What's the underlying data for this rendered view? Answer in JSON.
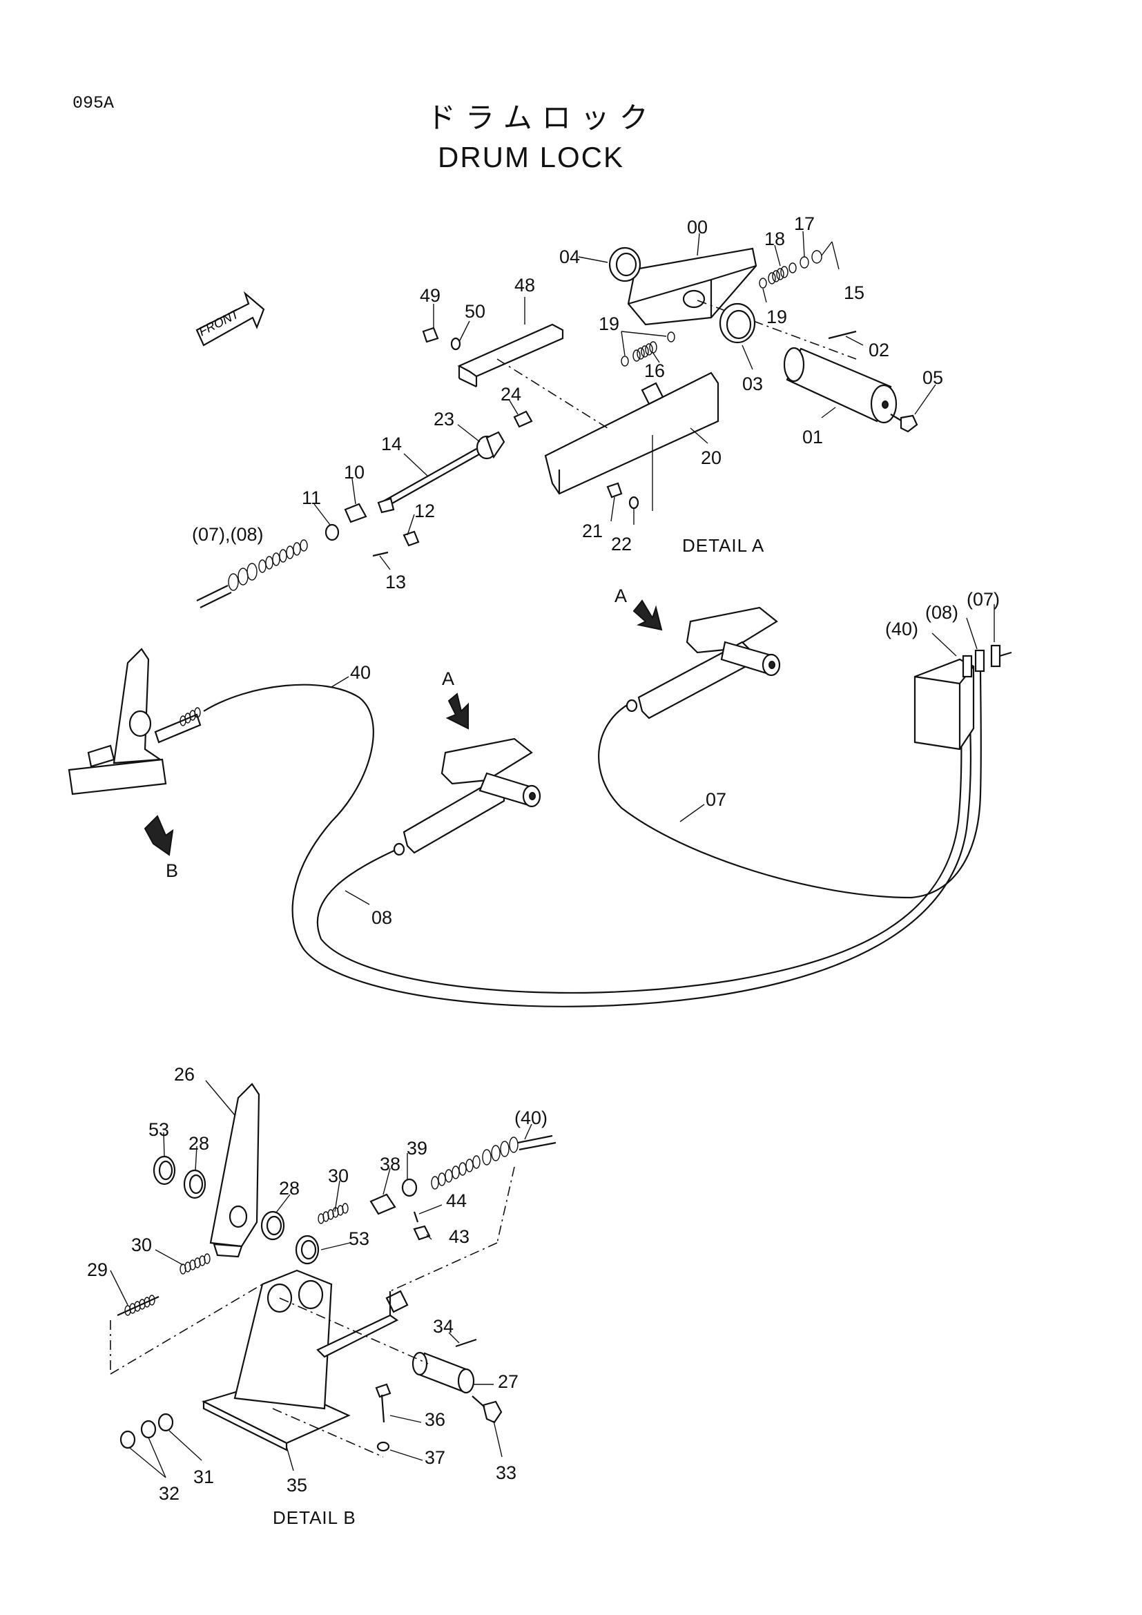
{
  "header": {
    "page_code": "095A",
    "title_ja": "ドラムロック",
    "title_en": "DRUM LOCK"
  },
  "front_arrow": "FRONT",
  "details": {
    "detail_a": "DETAIL  A",
    "detail_b": "DETAIL  B"
  },
  "view_markers": [
    "A",
    "A",
    "B"
  ],
  "part_numbers": {
    "detail_a": [
      "00",
      "01",
      "02",
      "03",
      "04",
      "05",
      "10",
      "11",
      "12",
      "13",
      "14",
      "15",
      "16",
      "17",
      "18",
      "19",
      "19",
      "20",
      "21",
      "22",
      "23",
      "24",
      "48",
      "49",
      "50",
      "(07),(08)"
    ],
    "overall": [
      "40",
      "07",
      "08",
      "(40)",
      "(08)",
      "(07)"
    ],
    "detail_b": [
      "26",
      "53",
      "28",
      "28",
      "30",
      "30",
      "29",
      "38",
      "39",
      "(40)",
      "44",
      "43",
      "53",
      "34",
      "27",
      "36",
      "37",
      "33",
      "35",
      "31",
      "32"
    ]
  }
}
